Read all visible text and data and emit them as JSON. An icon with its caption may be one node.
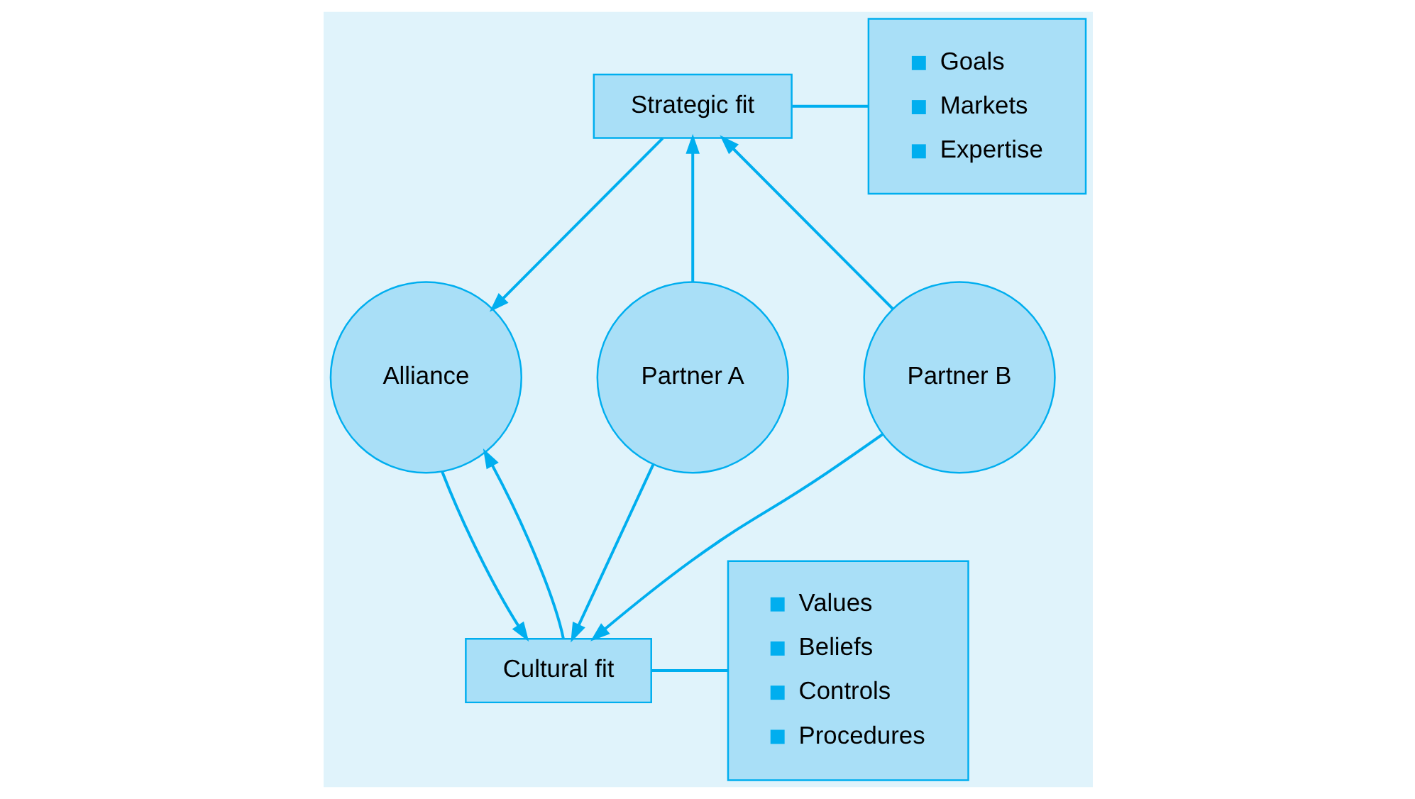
{
  "diagram": {
    "nodes": [
      {
        "text": [
          "Strategic fit"
        ]
      },
      {
        "text": [
          "Goals",
          "Markets",
          "Expertise"
        ]
      },
      {
        "text": [
          "Partner A"
        ]
      },
      {
        "text": [
          "Alliance"
        ]
      },
      {
        "text": [
          "Partner B"
        ]
      },
      {
        "text": [
          "Cultural fit"
        ]
      },
      {
        "text": [
          "Values",
          "Beliefs",
          "Controls",
          "Procedures"
        ]
      }
    ],
    "edges": [
      {
        "from": 0,
        "to": 1,
        "arrow": "none"
      },
      {
        "from": 2,
        "to": 0,
        "arrow": "to"
      },
      {
        "from": 0,
        "to": 3,
        "arrow": "to"
      },
      {
        "from": 4,
        "to": 0,
        "arrow": "to"
      },
      {
        "from": 2,
        "to": 5,
        "arrow": "to"
      },
      {
        "from": 3,
        "to": 5,
        "arrow": "to"
      },
      {
        "from": 5,
        "to": 3,
        "arrow": "to"
      },
      {
        "from": 4,
        "to": 5,
        "arrow": "to"
      },
      {
        "from": 5,
        "to": 6,
        "arrow": "none"
      }
    ]
  }
}
